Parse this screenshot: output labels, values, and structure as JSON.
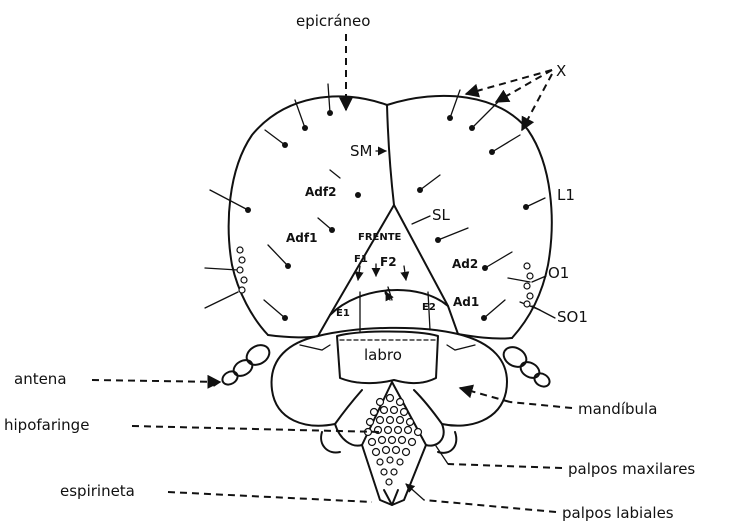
{
  "labels": {
    "epicraneo": "epicráneo",
    "x": "X",
    "sm": "SM",
    "sl": "SL",
    "l1": "L1",
    "o1": "O1",
    "so1": "SO1",
    "adf2": "Adf2",
    "adf1": "Adf1",
    "ad2": "Ad2",
    "ad1": "Ad1",
    "frente": "FRENTE",
    "f1": "F1",
    "f2": "F2",
    "e1": "E1",
    "e2": "E2",
    "c": "C",
    "labro": "labro",
    "antena": "antena",
    "mandibula": "mandíbula",
    "hipofaringe": "hipofaringe",
    "palpos_maxilares": "palpos maxilares",
    "espirineta": "espirineta",
    "palpos_labiales": "palpos labiales"
  }
}
